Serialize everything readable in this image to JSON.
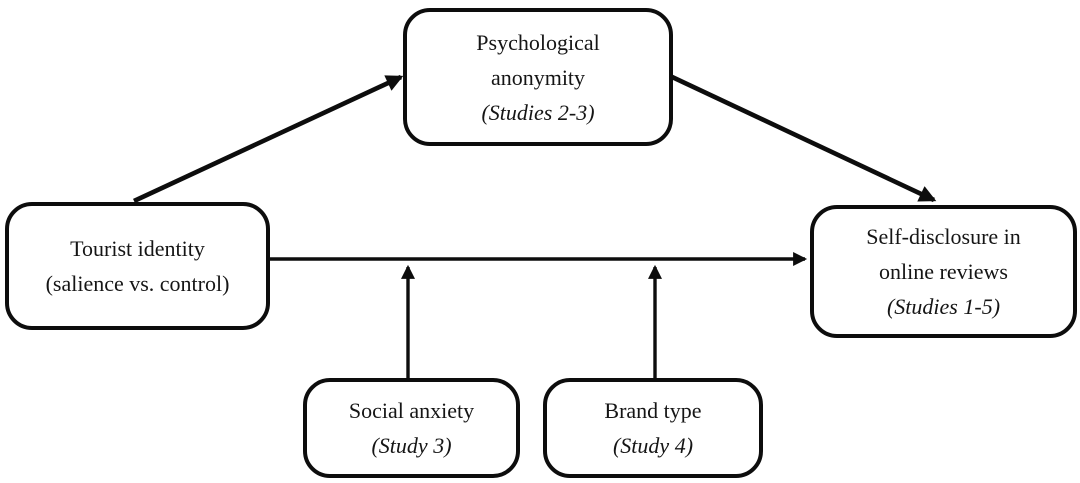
{
  "diagram": {
    "type": "conceptual-model",
    "colors": {
      "background": "#ffffff",
      "line": "#0d0d0d",
      "text": "#151515",
      "node_fill": "#ffffff"
    },
    "nodes": {
      "anonymity": {
        "line1": "Psychological",
        "line2": "anonymity",
        "study": "(Studies 2-3)"
      },
      "tourist": {
        "line1": "Tourist identity",
        "line2": "(salience vs. control)"
      },
      "disclosure": {
        "line1": "Self-disclosure in",
        "line2": "online reviews",
        "study": "(Studies 1-5)"
      },
      "anxiety": {
        "line1": "Social anxiety",
        "study": "(Study 3)"
      },
      "brand": {
        "line1": "Brand type",
        "study": "(Study 4)"
      }
    },
    "edges": [
      {
        "from": "tourist",
        "to": "anonymity",
        "style": "diagonal-arrow"
      },
      {
        "from": "anonymity",
        "to": "disclosure",
        "style": "diagonal-arrow"
      },
      {
        "from": "tourist",
        "to": "disclosure",
        "style": "horizontal-arrow"
      },
      {
        "from": "anxiety",
        "to": "tourist-disclosure-path",
        "style": "vertical-moderator-arrow"
      },
      {
        "from": "brand",
        "to": "tourist-disclosure-path",
        "style": "vertical-moderator-arrow"
      }
    ]
  }
}
